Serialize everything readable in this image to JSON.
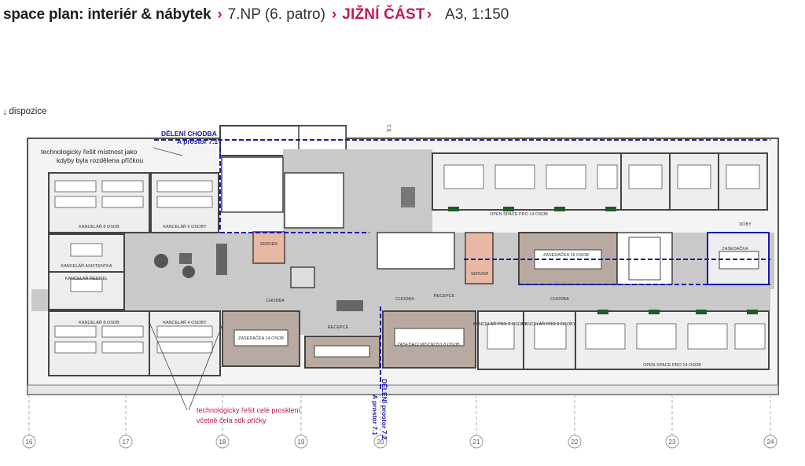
{
  "breadcrumb": {
    "project": "space plan: interiér & nábytek",
    "floor": "7.NP (6. patro)",
    "part": "JIŽNÍ ČÁST",
    "format": "A3, 1:150"
  },
  "subheading": "dispozice",
  "notes": {
    "note_top_line1": "technologicky řešit místnost jako",
    "note_top_line2": "kdyby byla rozdělena příčkou",
    "note_bottom_line1": "technologicky řešit celé prosklení",
    "note_bottom_line2": "včetně čela sdk příčky",
    "division_top_line1": "DĚLENÍ CHODBA",
    "division_top_line2": "A prostor 7.1",
    "division_mid_line1": "DĚLENÍ prostor 7.2",
    "division_mid_line2": "A prostor 7.1",
    "level_mark": "7.5"
  },
  "room_labels": [
    "KANCELÁŘ 8 OSOB",
    "KANCELÁŘ 6 OSOBY",
    "KANCELÁŘ ASISTENTKA",
    "KANCELÁŘ ŘEDITEL",
    "KANCELÁŘ 8 OSOB",
    "KANCELÁŘ 4 OSOBY",
    "CHODBA",
    "RECEPCE",
    "CHODBA",
    "RECEPCE",
    "CHODBA",
    "OPEN SPACE PRO 14 OSOB",
    "SERVER",
    "SERVER",
    "ZASEDAČKA 16 OSOB",
    "ZASEDAČKA 14 OSOB",
    "ZASEDAČKA",
    "ZASEDACÍ MÍSTNOST 8 OSOB",
    "KANCELÁŘ PRO 2 OSOBY",
    "KANCELÁŘ PRO 2 OSOBY",
    "OPEN SPACE PRO 14 OSOB",
    "DOBY"
  ],
  "grid_axes": [
    "16",
    "17",
    "18",
    "19",
    "20",
    "21",
    "22",
    "23",
    "24"
  ],
  "colors": {
    "accent": "#c2185b",
    "division": "#1a1aa8",
    "corridor": "#c8c8c8",
    "meeting": "#b8aaa0",
    "office": "#eeeeee"
  }
}
